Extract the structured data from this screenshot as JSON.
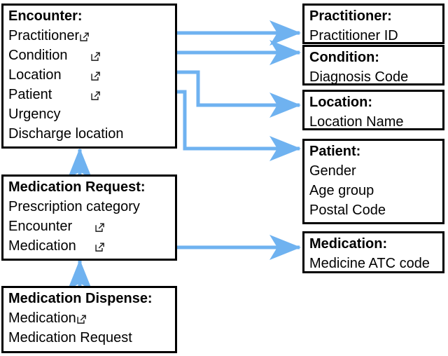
{
  "diagram": {
    "title": "FHIR resource relationship diagram",
    "link_color": "#6FB2F0",
    "box_border_color": "#000000",
    "text_color": "#000000",
    "icon_name": "external-link-icon"
  },
  "left_boxes": [
    {
      "id": "encounter",
      "title": "Encounter:",
      "fields": [
        {
          "label": "Practitioner",
          "has_link_icon": true
        },
        {
          "label": "Condition",
          "has_link_icon": true
        },
        {
          "label": "Location",
          "has_link_icon": true
        },
        {
          "label": "Patient",
          "has_link_icon": true
        },
        {
          "label": "Urgency",
          "has_link_icon": false
        },
        {
          "label": "Discharge location",
          "has_link_icon": false
        }
      ]
    },
    {
      "id": "medication-request",
      "title": "Medication Request:",
      "fields": [
        {
          "label": "Prescription category",
          "has_link_icon": false
        },
        {
          "label": "Encounter",
          "has_link_icon": true
        },
        {
          "label": "Medication",
          "has_link_icon": true
        }
      ]
    },
    {
      "id": "medication-dispense",
      "title": "Medication Dispense:",
      "fields": [
        {
          "label": "Medication",
          "has_link_icon": true
        },
        {
          "label": "Medication Request",
          "has_link_icon": false
        }
      ]
    }
  ],
  "right_boxes": [
    {
      "id": "practitioner",
      "title": "Practitioner:",
      "fields": [
        {
          "label": "Practitioner ID",
          "has_link_icon": false
        }
      ]
    },
    {
      "id": "condition",
      "title": "Condition:",
      "fields": [
        {
          "label": "Diagnosis Code",
          "has_link_icon": false
        }
      ]
    },
    {
      "id": "location",
      "title": "Location:",
      "fields": [
        {
          "label": "Location Name",
          "has_link_icon": false
        }
      ]
    },
    {
      "id": "patient",
      "title": "Patient:",
      "fields": [
        {
          "label": "Gender",
          "has_link_icon": false
        },
        {
          "label": "Age group",
          "has_link_icon": false
        },
        {
          "label": "Postal Code",
          "has_link_icon": false
        }
      ]
    },
    {
      "id": "medication",
      "title": "Medication:",
      "fields": [
        {
          "label": "Medicine ATC code",
          "has_link_icon": false
        }
      ]
    }
  ],
  "edges": [
    {
      "id": "encounter-practitioner",
      "from": "encounter.Practitioner",
      "to": "practitioner"
    },
    {
      "id": "encounter-condition",
      "from": "encounter.Condition",
      "to": "condition"
    },
    {
      "id": "encounter-location",
      "from": "encounter.Location",
      "to": "location"
    },
    {
      "id": "encounter-patient",
      "from": "encounter.Patient",
      "to": "patient"
    },
    {
      "id": "medication-request-medication",
      "from": "medication-request.Medication",
      "to": "medication"
    },
    {
      "id": "medication-request-encounter",
      "from": "medication-request.Encounter",
      "to": "encounter"
    },
    {
      "id": "medication-dispense-medication-request",
      "from": "medication-dispense.Medication Request",
      "to": "medication-request"
    }
  ]
}
